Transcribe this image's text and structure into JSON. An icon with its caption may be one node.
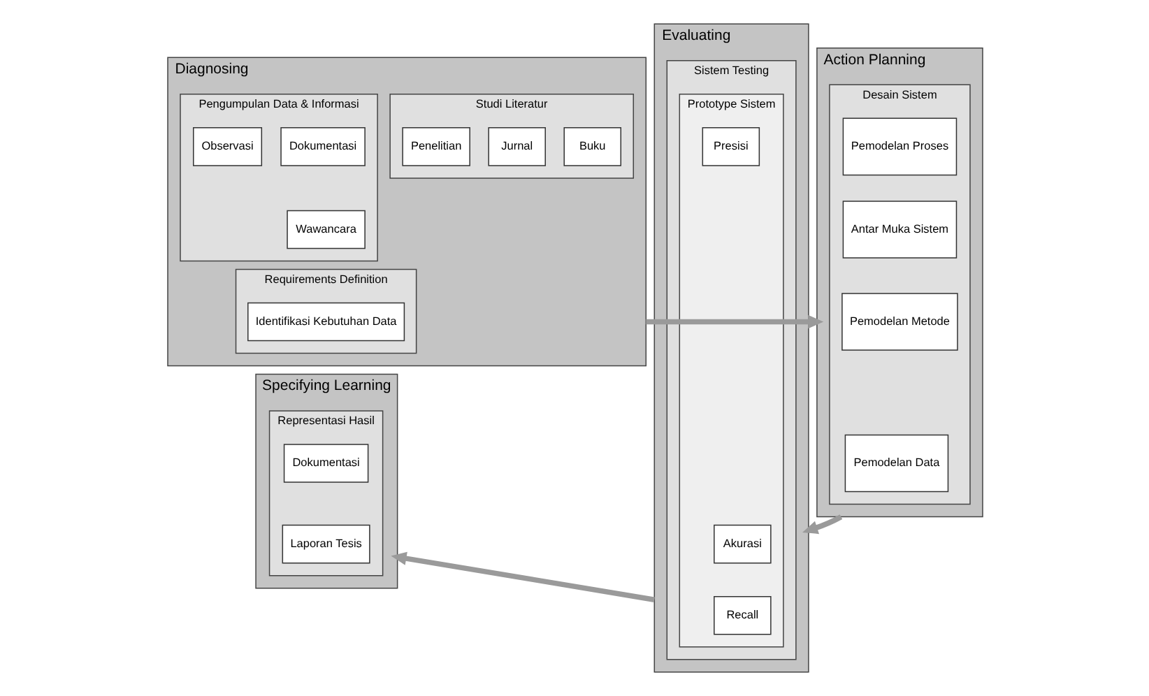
{
  "diagram": {
    "nodes": [
      {
        "text": [
          "Diagnosing"
        ]
      },
      {
        "text": [
          "Studi Literatur"
        ],
        "in": 0
      },
      {
        "text": [
          "Buku"
        ],
        "in": 1
      },
      {
        "text": [
          "Jurnal"
        ],
        "in": 1
      },
      {
        "text": [
          "Penelitian"
        ],
        "in": 1
      },
      {
        "text": [
          "Pengumpulan Data & Informasi"
        ],
        "in": 0
      },
      {
        "text": [
          "Wawancara"
        ],
        "in": 5
      },
      {
        "text": [
          "Dokumentasi"
        ],
        "in": 5
      },
      {
        "text": [
          "Observasi"
        ],
        "in": 5
      },
      {
        "text": [
          "Requirements Definition"
        ],
        "in": 0
      },
      {
        "text": [
          "Identifikasi Kebutuhan Data"
        ],
        "in": 9
      },
      {
        "text": [
          "Action Planning"
        ]
      },
      {
        "text": [
          "Desain Sistem"
        ],
        "in": 11
      },
      {
        "text": [
          "Pemodelan Metode"
        ],
        "in": 12
      },
      {
        "text": [
          "Pemodelan Proses"
        ],
        "in": 12
      },
      {
        "text": [
          "Pemodelan Data"
        ],
        "in": 12
      },
      {
        "text": [
          "Antar Muka Sistem"
        ],
        "in": 12
      },
      {
        "text": [
          "Specifying Learning"
        ]
      },
      {
        "text": [
          "Representasi Hasil"
        ],
        "in": 17
      },
      {
        "text": [
          "Dokumentasi"
        ],
        "in": 18
      },
      {
        "text": [
          "Laporan Tesis"
        ],
        "in": 18
      },
      {
        "text": [
          "Evaluating"
        ]
      },
      {
        "text": [
          "Sistem Testing"
        ],
        "in": 21
      },
      {
        "text": [
          "Prototype Sistem"
        ],
        "in": 22
      },
      {
        "text": [
          "Akurasi"
        ],
        "in": 23
      },
      {
        "text": [
          "Presisi"
        ],
        "in": 23
      },
      {
        "text": [
          "Recall"
        ],
        "in": 23
      }
    ],
    "edges": [
      {
        "from": 0,
        "to": 11,
        "arrow": "to"
      },
      {
        "from": 11,
        "to": 21,
        "arrow": "to"
      },
      {
        "from": 21,
        "to": 17,
        "arrow": "to"
      }
    ]
  }
}
